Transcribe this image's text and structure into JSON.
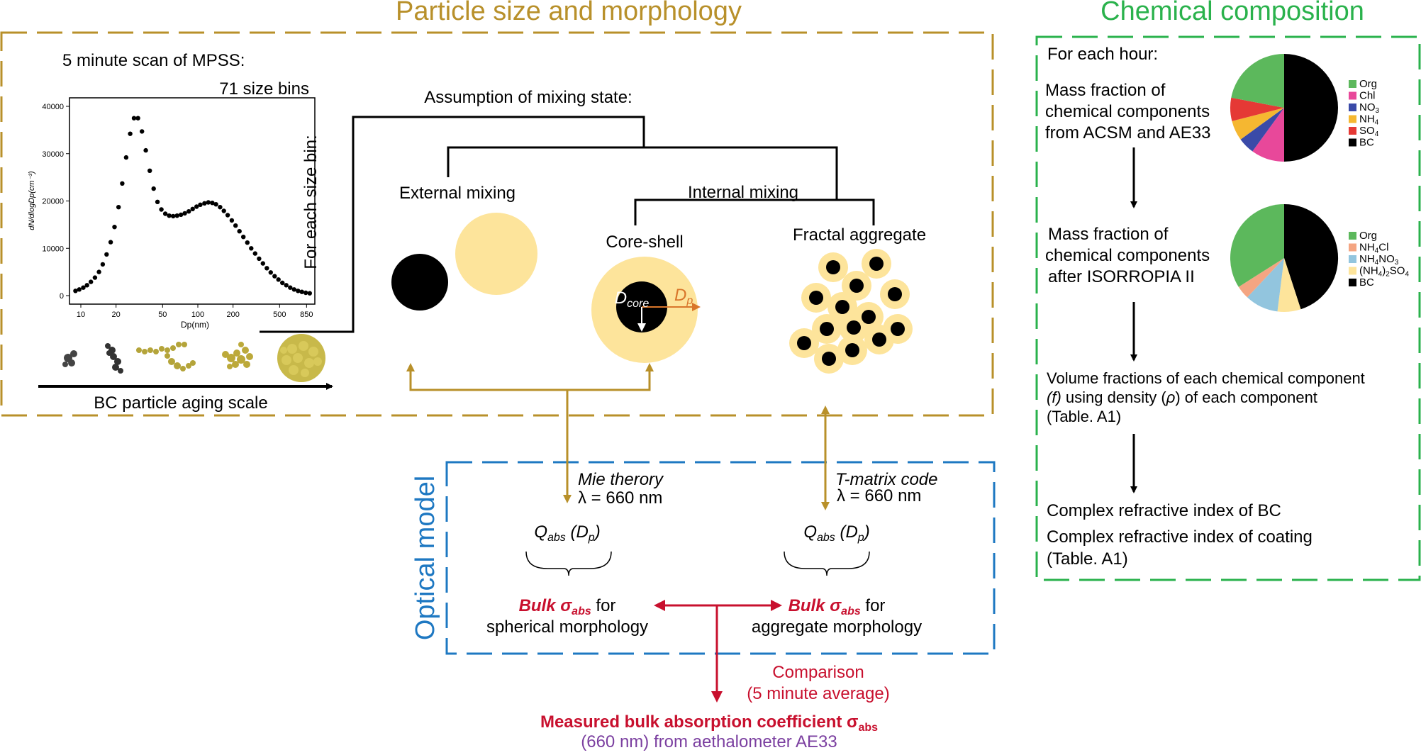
{
  "titles": {
    "particle": "Particle size and morphology",
    "chemical": "Chemical composition",
    "optical": "Optical model"
  },
  "mpss": {
    "scan_label": "5 minute scan of MPSS:",
    "bins_label": "71 size bins",
    "per_bin_label": "For each size bin:",
    "xlabel": "Dp(nm)",
    "ylabel": "dN/dlogDp(cm⁻³)",
    "aging_label": "BC particle aging scale"
  },
  "chart_data": {
    "type": "scatter",
    "x_scale": "log",
    "x_ticks": [
      "10",
      "20",
      "50",
      "100",
      "200",
      "500",
      "850"
    ],
    "y_ticks": [
      "0",
      "10000",
      "20000",
      "30000",
      "40000"
    ],
    "xlim": [
      8,
      1000
    ],
    "ylim": [
      0,
      40000
    ],
    "grid": false,
    "x": [
      9.0,
      9.7,
      10.5,
      11.3,
      12.2,
      13.2,
      14.3,
      15.4,
      16.6,
      18.0,
      19.4,
      21.0,
      22.6,
      24.4,
      26.4,
      28.5,
      30.8,
      33.3,
      35.9,
      38.8,
      41.9,
      45.2,
      48.8,
      52.7,
      56.9,
      61.5,
      66.4,
      71.7,
      77.4,
      83.6,
      90.3,
      97.5,
      105,
      114,
      123,
      133,
      143,
      155,
      167,
      180,
      195,
      210,
      227,
      245,
      265,
      286,
      309,
      334,
      360,
      389,
      420,
      453,
      489,
      528,
      570,
      616,
      665,
      718,
      775,
      837,
      904
    ],
    "y": [
      1000,
      1300,
      1700,
      2200,
      2900,
      3800,
      5000,
      6600,
      8700,
      11300,
      14500,
      18700,
      23700,
      29200,
      34200,
      37500,
      37500,
      34700,
      30700,
      26400,
      22600,
      19800,
      18200,
      17300,
      16900,
      16800,
      16900,
      17100,
      17400,
      17800,
      18300,
      18800,
      19200,
      19500,
      19700,
      19600,
      19300,
      18700,
      17900,
      17000,
      15900,
      14800,
      13600,
      12400,
      11200,
      10000,
      8900,
      7800,
      6800,
      5800,
      4900,
      4100,
      3400,
      2700,
      2200,
      1700,
      1300,
      1000,
      800,
      600,
      500
    ]
  },
  "mixing": {
    "assumption": "Assumption of mixing state:",
    "external": "External mixing",
    "internal": "Internal mixing",
    "core_shell": "Core-shell",
    "fractal": "Fractal aggregate",
    "d_core": "core",
    "d_p": "p",
    "d_letter": "D"
  },
  "optical": {
    "mie_method": "Mie therory",
    "tmatrix_method": "T-matrix code",
    "wavelength": "λ = 660 nm",
    "q_abs": "Q",
    "q_sub": "abs",
    "q_arg_open": " (D",
    "q_arg_sub": "p",
    "q_arg_close": ")",
    "bulk": "Bulk σ",
    "bulk_sub": "abs",
    "bulk_for": " for",
    "spherical": "spherical morphology",
    "aggregate": "aggregate morphology",
    "comparison_1": "Comparison",
    "comparison_2": "(5 minute average)",
    "measured": "Measured bulk absorption coefficient σ",
    "measured_sub": "abs",
    "aethalometer": "(660 nm) from aethalometer AE33"
  },
  "chem": {
    "for_each_hour": "For each hour:",
    "step1": [
      "Mass fraction of",
      "chemical components",
      "from ACSM and AE33"
    ],
    "step2": [
      "Mass fraction of",
      "chemical components",
      "after ISORROPIA II"
    ],
    "step3_1": "Volume fractions of each chemical component",
    "step3_2a": "(f)",
    "step3_2b": " using density (",
    "step3_2c": "ρ",
    "step3_2d": ") of each component",
    "step3_3": "(Table. A1)",
    "step4_1": "Complex refractive index of BC",
    "step4_2": "Complex refractive index of coating",
    "step4_3": "(Table. A1)"
  },
  "pie1": {
    "legend": [
      {
        "label": "Org",
        "sub": "",
        "color": "#5cb85c"
      },
      {
        "label": "Chl",
        "sub": "",
        "color": "#e8489a"
      },
      {
        "label": "NO",
        "sub": "3",
        "color": "#3a4aa8"
      },
      {
        "label": "NH",
        "sub": "4",
        "color": "#f5b731"
      },
      {
        "label": "SO",
        "sub": "4",
        "color": "#e53935"
      },
      {
        "label": "BC",
        "sub": "",
        "color": "#000000"
      }
    ],
    "values": [
      0.5,
      0.1,
      0.05,
      0.06,
      0.07,
      0.22
    ],
    "colors": [
      "#000000",
      "#e8489a",
      "#3a4aa8",
      "#f5b731",
      "#e53935",
      "#5cb85c"
    ]
  },
  "pie2": {
    "legend": [
      {
        "label": "Org",
        "color": "#5cb85c"
      },
      {
        "label": "NH4Cl",
        "color": "#f4a582"
      },
      {
        "label": "NH4NO3",
        "color": "#92c5de"
      },
      {
        "label": "(NH4)2SO4",
        "color": "#fde49b"
      },
      {
        "label": "BC",
        "color": "#000000"
      }
    ],
    "legend_rich": [
      {
        "a": "Org",
        "b": "",
        "c": "",
        "d": "",
        "e": ""
      },
      {
        "a": "NH",
        "b": "4",
        "c": "Cl",
        "d": "",
        "e": ""
      },
      {
        "a": "NH",
        "b": "4",
        "c": "NO",
        "d": "3",
        "e": ""
      },
      {
        "a": "(NH",
        "b": "4",
        "c": ")",
        "d": "2",
        "e": "SO4"
      },
      {
        "a": "BC",
        "b": "",
        "c": "",
        "d": "",
        "e": ""
      }
    ],
    "values": [
      0.45,
      0.07,
      0.1,
      0.04,
      0.34
    ],
    "colors": [
      "#000000",
      "#fde49b",
      "#92c5de",
      "#f4a582",
      "#5cb85c"
    ]
  }
}
